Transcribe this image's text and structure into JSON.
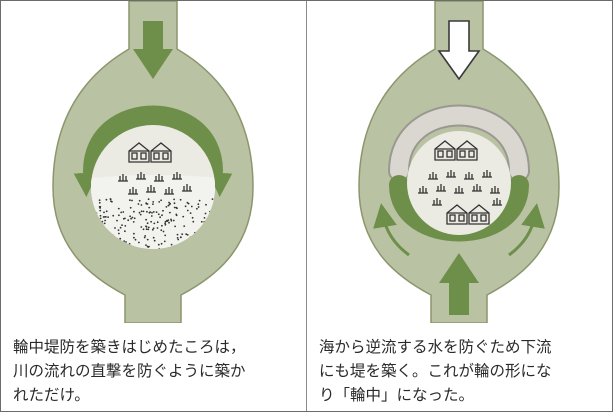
{
  "colors": {
    "river": "#b9c3a3",
    "river_edge": "#8b966d",
    "levee": "#6d8f4a",
    "old_levee": "#d9d7cf",
    "old_levee_edge": "#9a9890",
    "island": "#ecebe3",
    "arrow_fill": "#6d8f4a",
    "arrow_outline": "#3a3a3a"
  },
  "panels": [
    {
      "id": "before",
      "inflow_arrow": "solid-down-arrow",
      "caption": [
        "輪中堤防を築きはじめたころは，",
        "川の流れの直撃を防ぐように築か",
        "れただけ。"
      ]
    },
    {
      "id": "after",
      "inflow_arrow": "outline-down-arrow",
      "backflow_arrow": "solid-up-arrow",
      "caption": [
        "海から逆流する水を防ぐため下流",
        "にも堤を築く。これが輪の形にな",
        "り「輪中」になった。"
      ]
    }
  ]
}
